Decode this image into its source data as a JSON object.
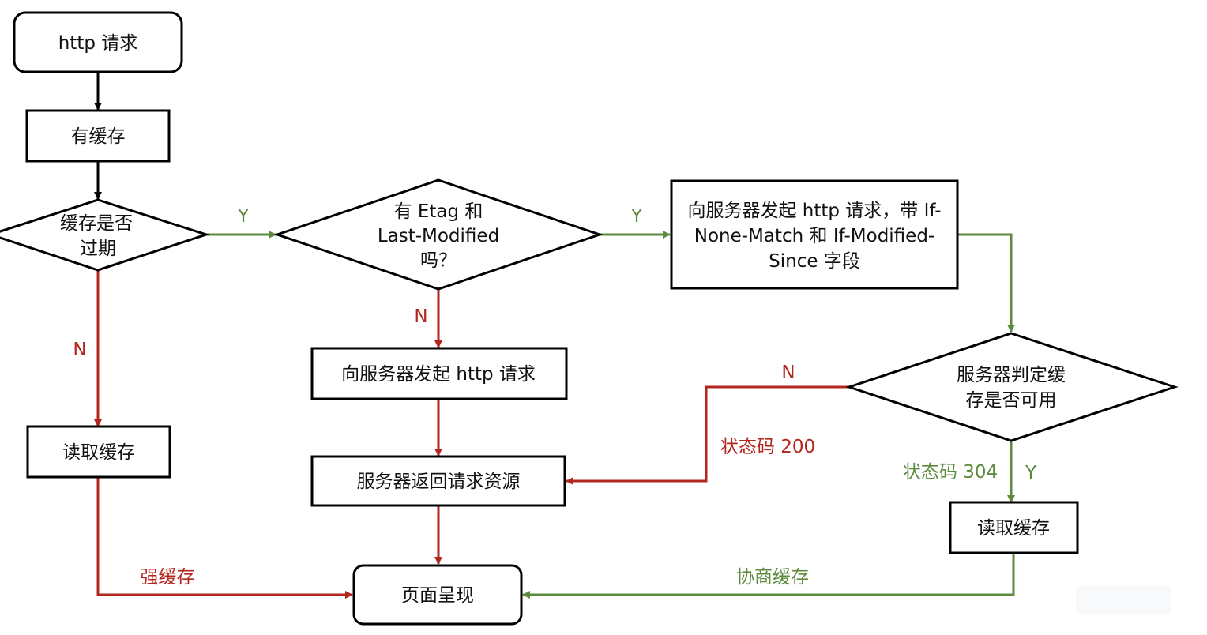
{
  "colors": {
    "stroke": "#000000",
    "text": "#111111",
    "red": "#b3261e",
    "green": "#5e8a3e"
  },
  "nodes": {
    "http_request": {
      "lines": [
        "http 请求"
      ]
    },
    "has_cache": {
      "lines": [
        "有缓存"
      ]
    },
    "cache_expired": {
      "lines": [
        "缓存是否",
        "过期"
      ]
    },
    "has_etag": {
      "lines": [
        "有 Etag 和",
        "Last-Modified",
        "吗？"
      ]
    },
    "conditional_request": {
      "lines": [
        "向服务器发起 http 请求，带 If-",
        "None-Match 和 If-Modified-",
        "Since 字段"
      ]
    },
    "send_request": {
      "lines": [
        "向服务器发起 http 请求"
      ]
    },
    "server_returns": {
      "lines": [
        "服务器返回请求资源"
      ]
    },
    "server_judges": {
      "lines": [
        "服务器判定缓",
        "存是否可用"
      ]
    },
    "read_cache_left": {
      "lines": [
        "读取缓存"
      ]
    },
    "read_cache_right": {
      "lines": [
        "读取缓存"
      ]
    },
    "page_render": {
      "lines": [
        "页面呈现"
      ]
    }
  },
  "edge_labels": {
    "expired_yes": "Y",
    "expired_no": "N",
    "etag_yes": "Y",
    "etag_no": "N",
    "judge_no": "N",
    "status_200": "状态码 200",
    "status_304": "状态码 304",
    "judge_yes": "Y",
    "strong_cache": "强缓存",
    "negotiated_cache": "协商缓存"
  }
}
